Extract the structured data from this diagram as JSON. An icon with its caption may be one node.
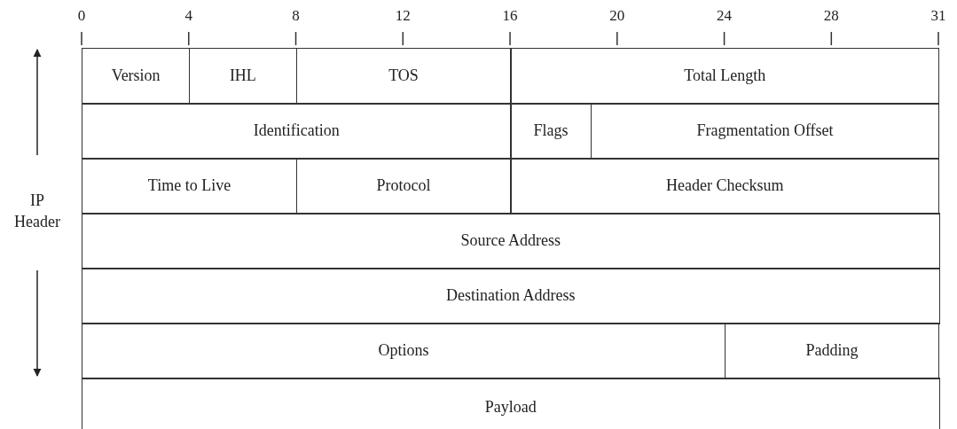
{
  "diagram": {
    "nodes": [
      {
        "text": [
          "Version"
        ]
      },
      {
        "text": [
          "IHL"
        ]
      },
      {
        "text": [
          "TOS"
        ]
      },
      {
        "text": [
          "Total Length"
        ]
      },
      {
        "text": [
          "Identification"
        ]
      },
      {
        "text": [
          "Flags"
        ]
      },
      {
        "text": [
          "Fragmentation Offset"
        ]
      },
      {
        "text": [
          "Time to Live"
        ]
      },
      {
        "text": [
          "Protocol"
        ]
      },
      {
        "text": [
          "Header Checksum"
        ]
      },
      {
        "text": [
          "Source Address"
        ]
      },
      {
        "text": [
          "Destination Address"
        ]
      },
      {
        "text": [
          "Options"
        ]
      },
      {
        "text": [
          "Padding"
        ]
      },
      {
        "text": [
          "Payload"
        ]
      }
    ],
    "edges": [],
    "labels": [
      "0",
      "4",
      "8",
      "12",
      "16",
      "20",
      "24",
      "28",
      "31",
      "IP Header"
    ]
  }
}
